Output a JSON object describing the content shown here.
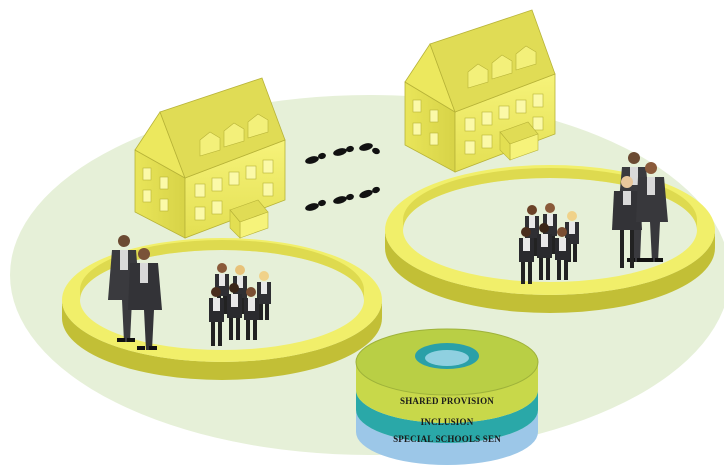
{
  "layers": [
    {
      "key": "shared",
      "label": "SHARED PROVISION",
      "color": "#c8d84a"
    },
    {
      "key": "inclusion",
      "label": "INCLUSION",
      "color": "#2aa8a8"
    },
    {
      "key": "sen",
      "label": "SPECIAL SCHOOLS SEN",
      "color": "#9cc7e8"
    }
  ],
  "colors": {
    "background_ellipse": "#e6f0d8",
    "ring_top": "#f1ef6a",
    "ring_side": "#c9c63a",
    "school": "#f0ec6e",
    "school_roof": "#e0dc55",
    "window": "#e8e95e",
    "blazer": "#3a3a3e",
    "footprint": "#111111"
  },
  "icons": [
    "school-building-icon",
    "teacher-pair-icon",
    "pupil-group-icon",
    "footprints-icon",
    "layered-ring-icon"
  ]
}
